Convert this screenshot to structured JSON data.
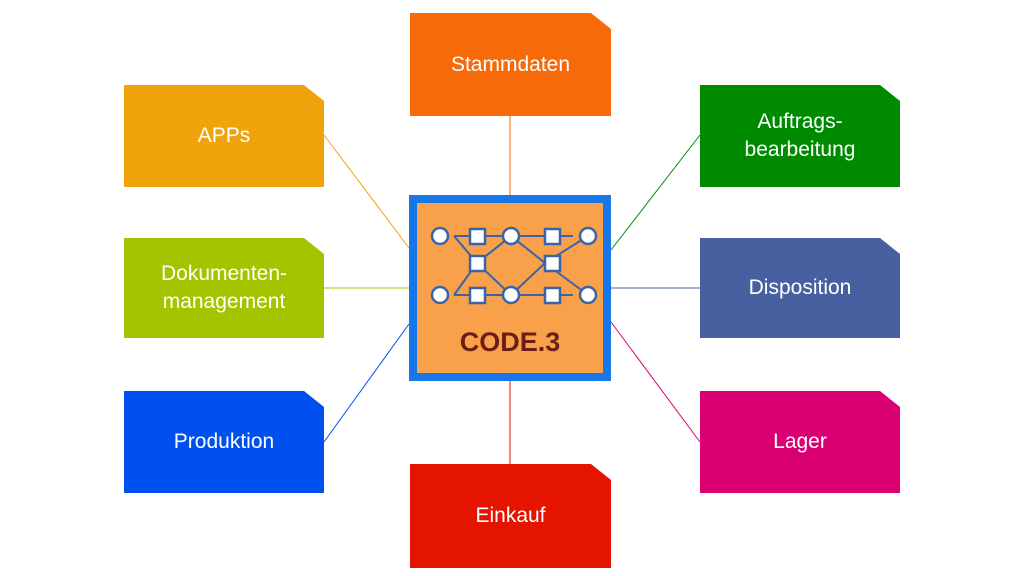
{
  "center": {
    "label": "CODE.3",
    "frame_color": "#1877e8",
    "fill_color": "#f8a04a",
    "icon": "process-network-icon"
  },
  "modules": [
    {
      "id": "stammdaten",
      "label": "Stammdaten",
      "color": "#f66a0a"
    },
    {
      "id": "apps",
      "label": "APPs",
      "color": "#f0a30a"
    },
    {
      "id": "auftragsbearbeitung",
      "label": "Auftrags-\nbearbeitung",
      "color": "#008a00"
    },
    {
      "id": "dokumentenmanagement",
      "label": "Dokumenten-\nmanagement",
      "color": "#a4c400"
    },
    {
      "id": "disposition",
      "label": "Disposition",
      "color": "#4760a0"
    },
    {
      "id": "produktion",
      "label": "Produktion",
      "color": "#0050ef"
    },
    {
      "id": "lager",
      "label": "Lager",
      "color": "#d80073"
    },
    {
      "id": "einkauf",
      "label": "Einkauf",
      "color": "#e51400"
    }
  ]
}
